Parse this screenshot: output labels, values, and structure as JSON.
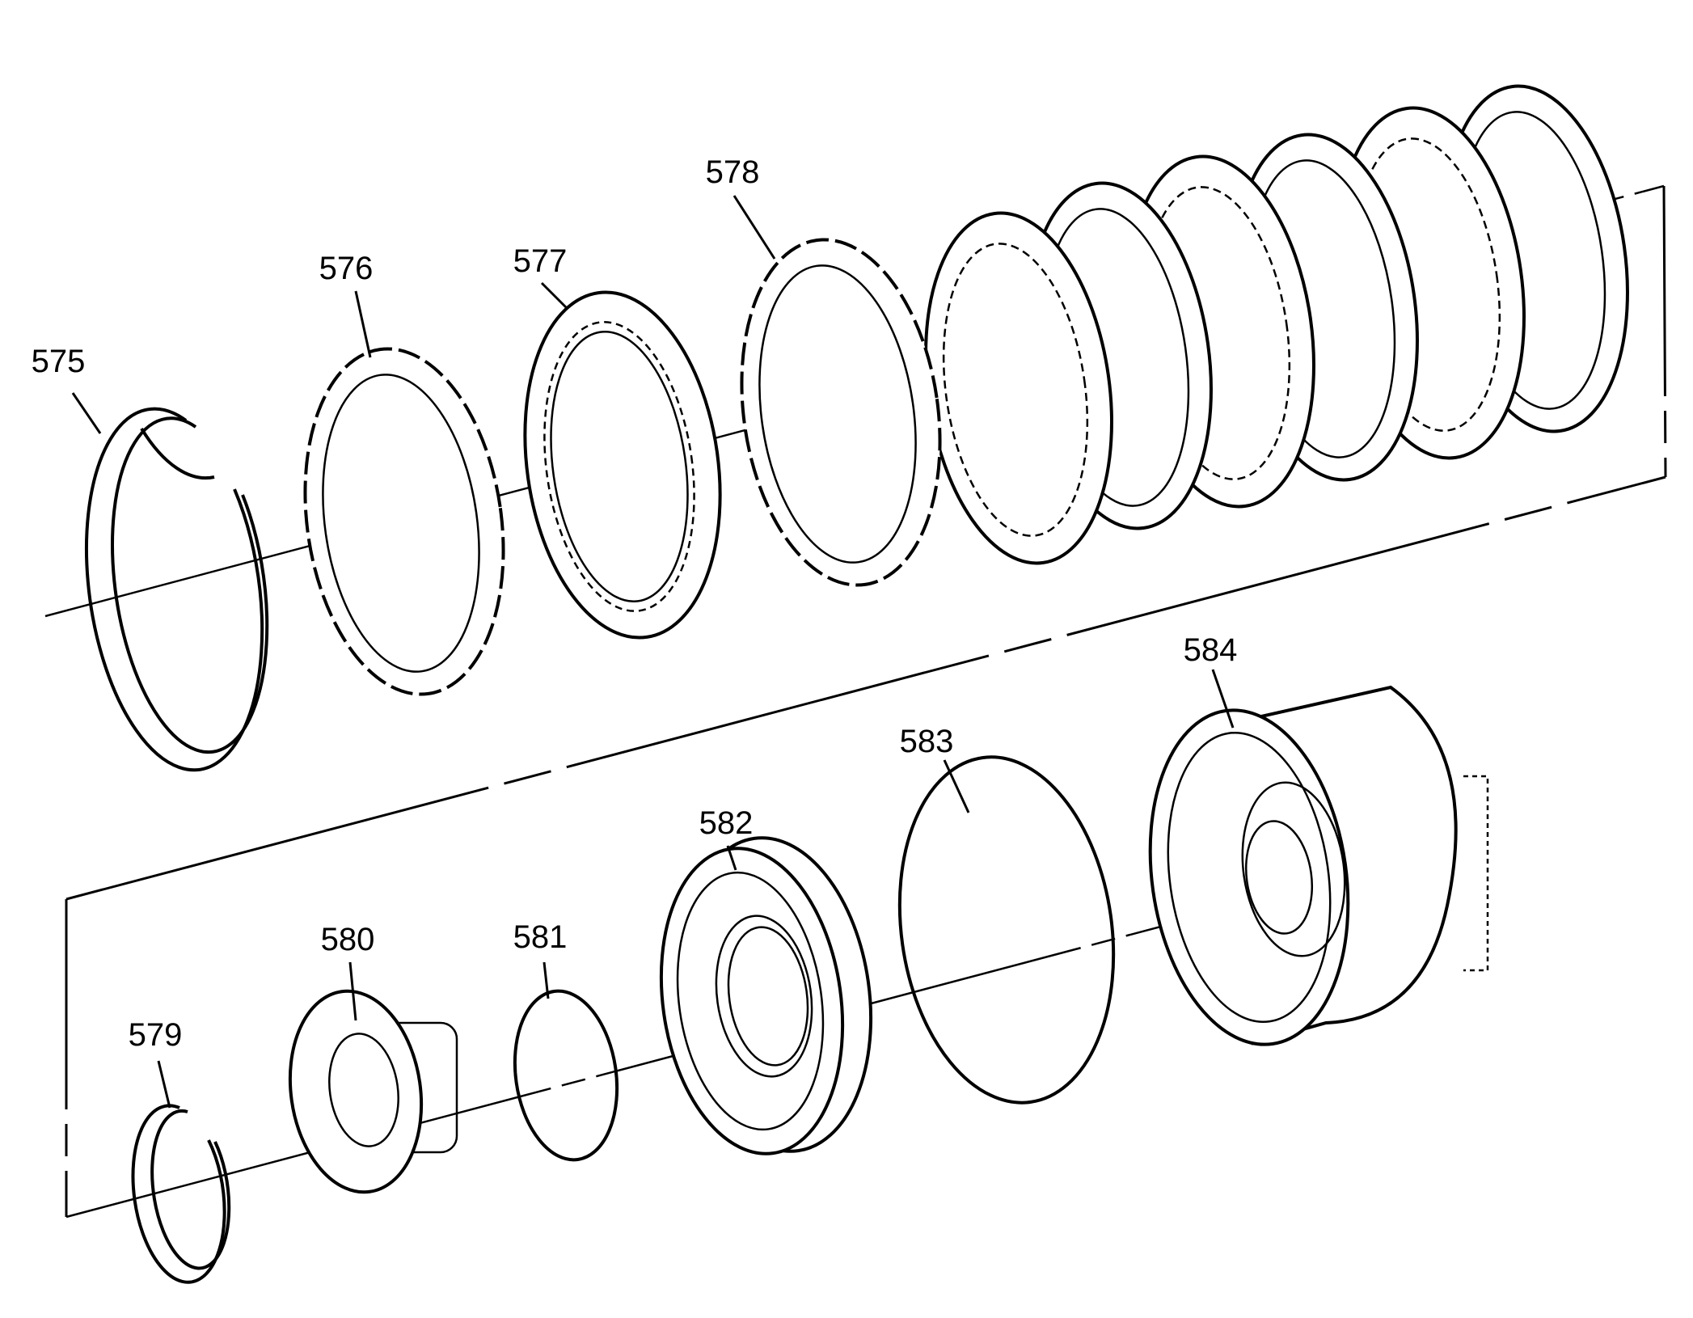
{
  "diagram": {
    "callouts": {
      "p575": "575",
      "p576": "576",
      "p577": "577",
      "p578": "578",
      "p579": "579",
      "p580": "580",
      "p581": "581",
      "p582": "582",
      "p583": "583",
      "p584": "584"
    }
  },
  "colors": {
    "line": "#000000",
    "background": "#ffffff"
  }
}
